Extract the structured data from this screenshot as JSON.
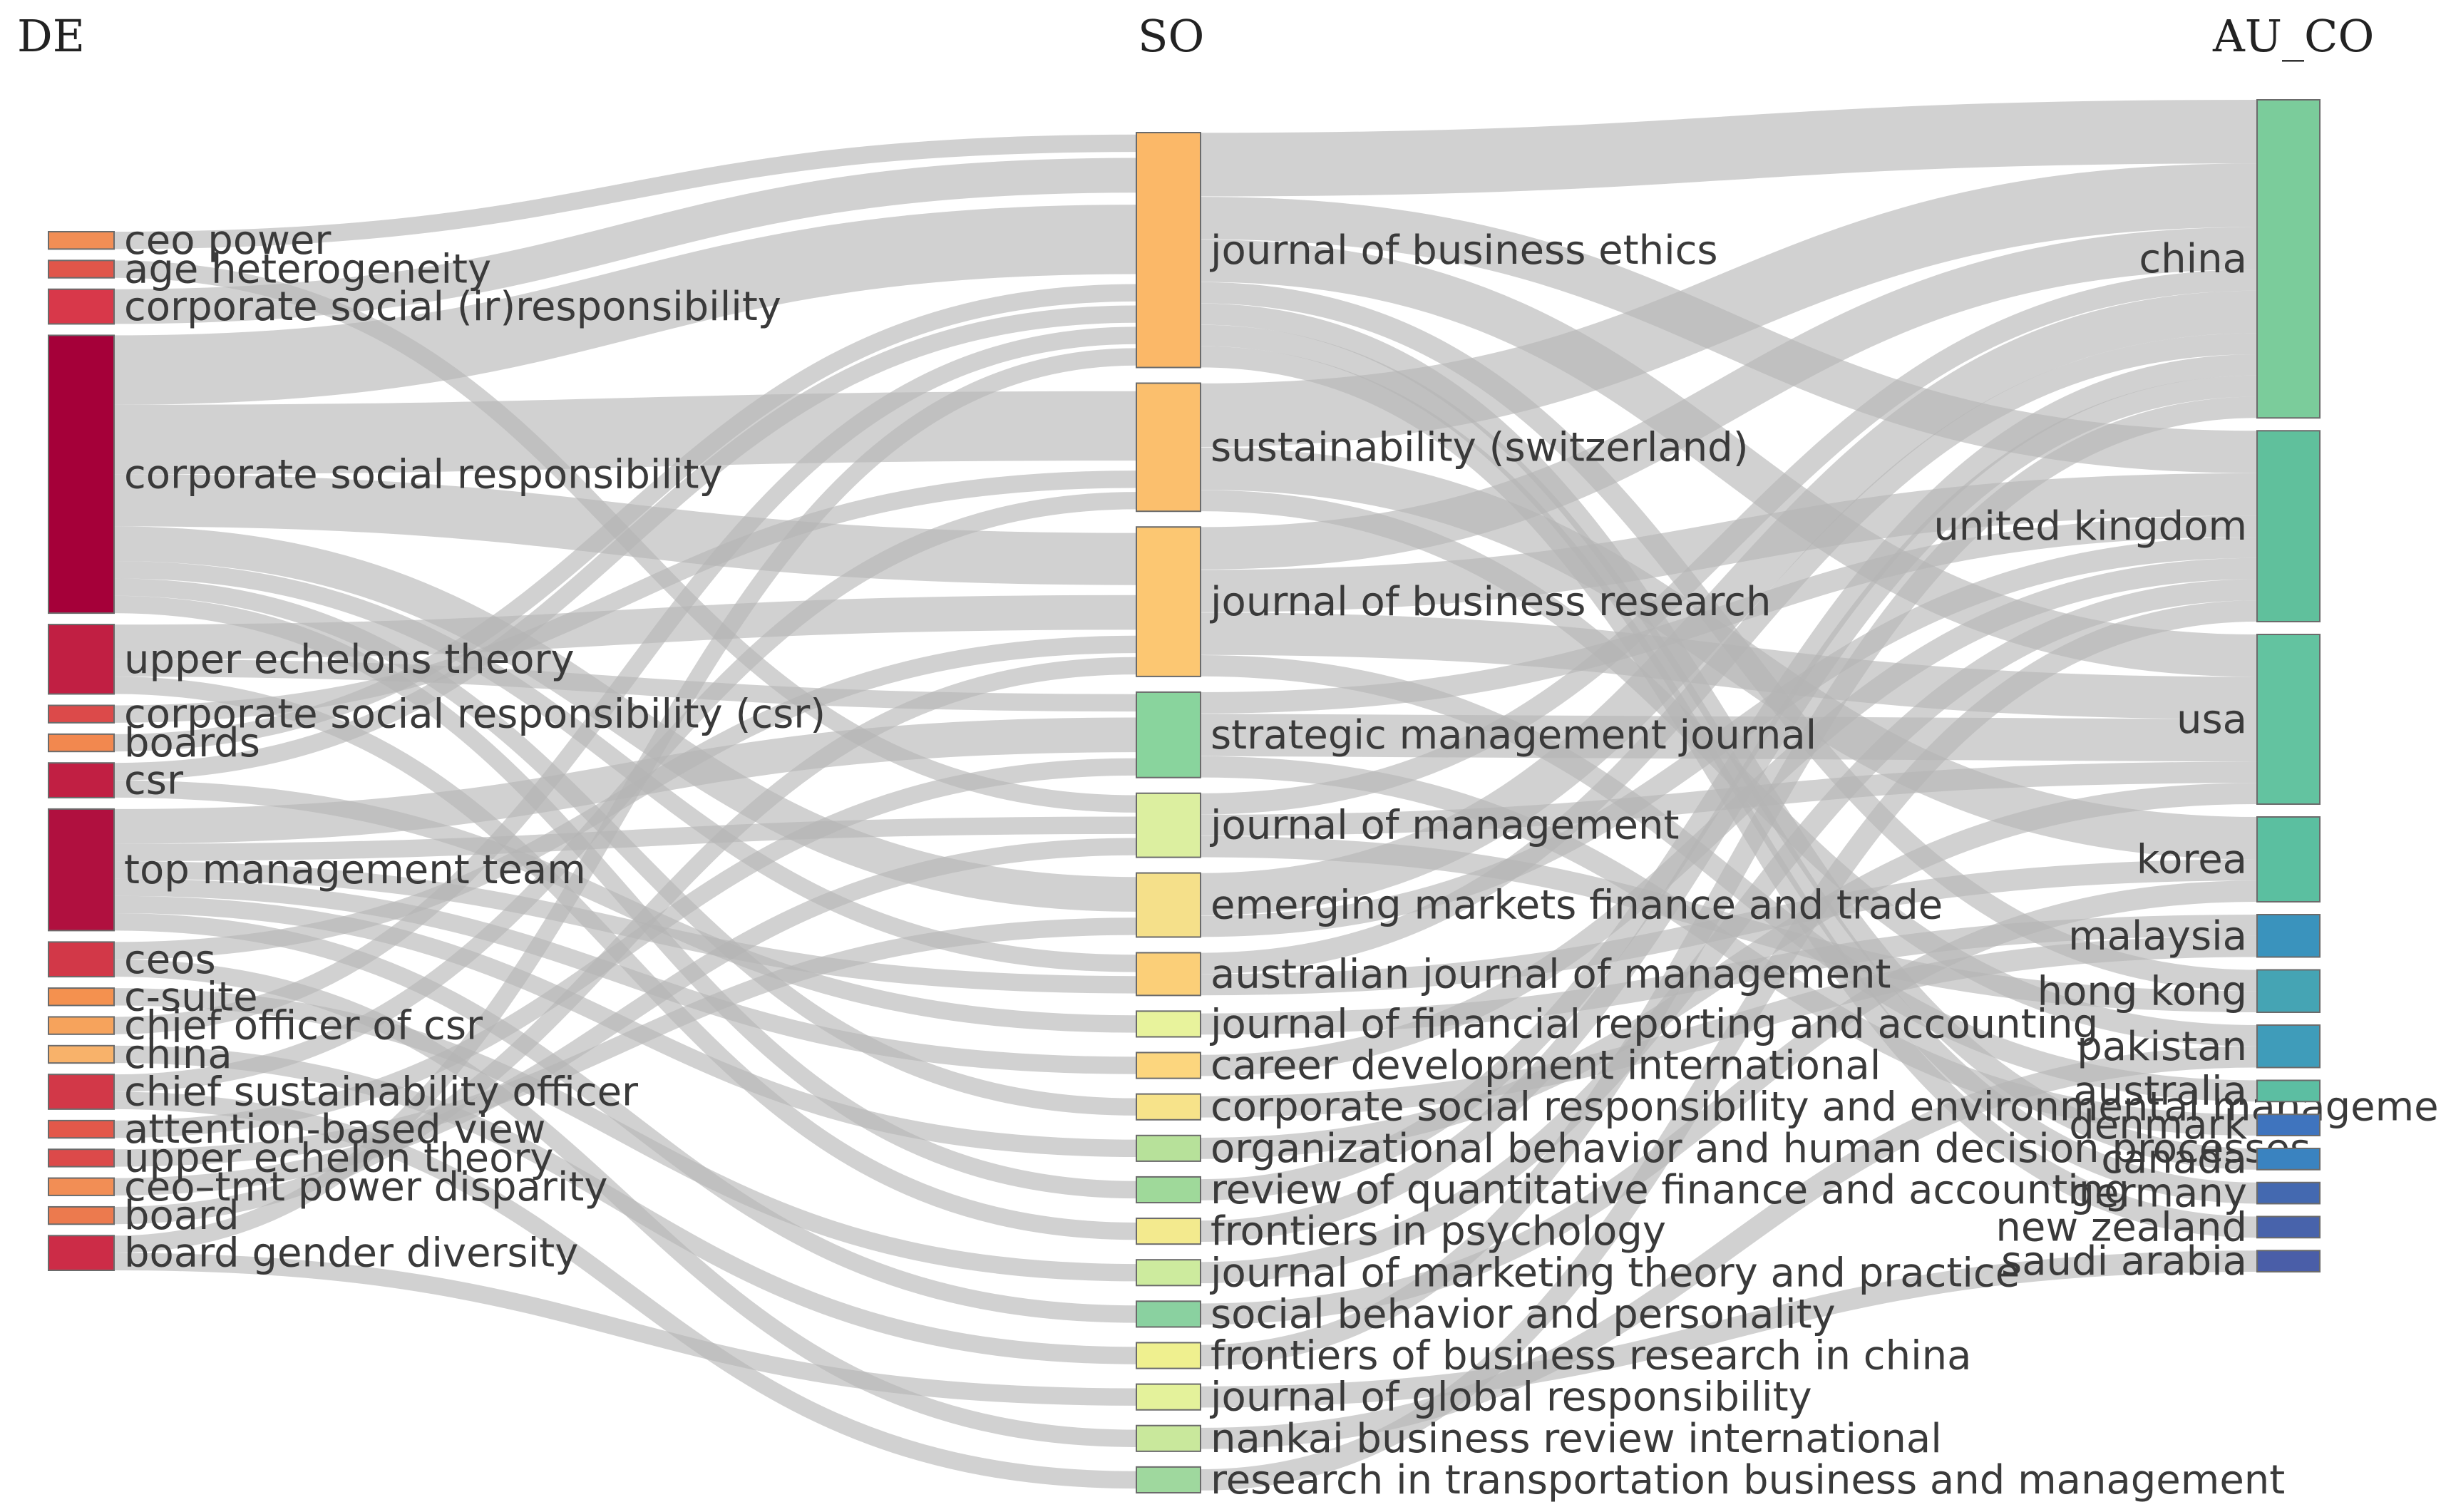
{
  "columns": {
    "left": "DE",
    "middle": "SO",
    "right": "AU_CO"
  },
  "de_nodes": [
    {
      "label": "ceo power",
      "color": "#f28e55"
    },
    {
      "label": "age heterogeneity",
      "color": "#e0564a"
    },
    {
      "label": "corporate social (ir)responsibility",
      "color": "#d8384a"
    },
    {
      "label": "corporate social responsibility",
      "color": "#a50039"
    },
    {
      "label": "upper echelons theory",
      "color": "#c11f43"
    },
    {
      "label": "corporate social responsibility (csr)",
      "color": "#dc4a4a"
    },
    {
      "label": "boards",
      "color": "#f2884f"
    },
    {
      "label": "csr",
      "color": "#c11f43"
    },
    {
      "label": "top management team",
      "color": "#b0103f"
    },
    {
      "label": "ceos",
      "color": "#d23848"
    },
    {
      "label": "c-suite",
      "color": "#f4914f"
    },
    {
      "label": "chief officer of csr",
      "color": "#f6a35c"
    },
    {
      "label": "china",
      "color": "#f8b26a"
    },
    {
      "label": "chief sustainability officer",
      "color": "#d23848"
    },
    {
      "label": "attention-based view",
      "color": "#e3584a"
    },
    {
      "label": "upper echelon theory",
      "color": "#dc4a4a"
    },
    {
      "label": "ceo–tmt power disparity",
      "color": "#f28e55"
    },
    {
      "label": "board",
      "color": "#ec7a4e"
    },
    {
      "label": "board gender diversity",
      "color": "#cc2c47"
    }
  ],
  "so_nodes": [
    {
      "label": "journal of business ethics",
      "color": "#fbb868"
    },
    {
      "label": "sustainability (switzerland)",
      "color": "#fbbf6d"
    },
    {
      "label": "journal of business research",
      "color": "#fcc772"
    },
    {
      "label": "strategic management journal",
      "color": "#89d49d"
    },
    {
      "label": "journal of management",
      "color": "#dcefa0"
    },
    {
      "label": "emerging markets finance and trade",
      "color": "#f5e08a"
    },
    {
      "label": "australian journal of management",
      "color": "#fbcf78"
    },
    {
      "label": "journal of financial reporting and accounting",
      "color": "#e8f39c"
    },
    {
      "label": "career development international",
      "color": "#fcd67e"
    },
    {
      "label": "corporate social responsibility and environmental management",
      "color": "#f7e38a"
    },
    {
      "label": "organizational behavior and human decision processes",
      "color": "#b7e19a"
    },
    {
      "label": "review of quantitative finance and accounting",
      "color": "#9fd99a"
    },
    {
      "label": "frontiers in psychology",
      "color": "#f3ea8e"
    },
    {
      "label": "journal of marketing theory and practice",
      "color": "#cdeb9e"
    },
    {
      "label": "social behavior and personality",
      "color": "#8ad1a0"
    },
    {
      "label": "frontiers of business research in china",
      "color": "#eff08f"
    },
    {
      "label": "journal of global responsibility",
      "color": "#e4f29b"
    },
    {
      "label": "nankai business review international",
      "color": "#c9e89c"
    },
    {
      "label": "research in transportation business and management",
      "color": "#9fd89e"
    }
  ],
  "au_nodes": [
    {
      "label": "china",
      "color": "#7bcc9b"
    },
    {
      "label": "united kingdom",
      "color": "#60c09c"
    },
    {
      "label": "usa",
      "color": "#63c3a0"
    },
    {
      "label": "korea",
      "color": "#5bbfa0"
    },
    {
      "label": "malaysia",
      "color": "#3a93bd"
    },
    {
      "label": "hong kong",
      "color": "#45a4b4"
    },
    {
      "label": "pakistan",
      "color": "#3f9cba"
    },
    {
      "label": "australia",
      "color": "#5cbea2"
    },
    {
      "label": "denmark",
      "color": "#3f74be"
    },
    {
      "label": "canada",
      "color": "#3a83c0"
    },
    {
      "label": "germany",
      "color": "#4469b0"
    },
    {
      "label": "new zealand",
      "color": "#4863ab"
    },
    {
      "label": "saudi arabia",
      "color": "#4a5ea8"
    }
  ],
  "flows_de_so": [
    {
      "from": "ceo power",
      "to": "journal of business ethics",
      "value": 1
    },
    {
      "from": "age heterogeneity",
      "to": "journal of management",
      "value": 1
    },
    {
      "from": "corporate social (ir)responsibility",
      "to": "journal of business ethics",
      "value": 2
    },
    {
      "from": "corporate social responsibility",
      "to": "journal of business ethics",
      "value": 4
    },
    {
      "from": "corporate social responsibility",
      "to": "sustainability (switzerland)",
      "value": 4
    },
    {
      "from": "corporate social responsibility",
      "to": "journal of business research",
      "value": 3
    },
    {
      "from": "corporate social responsibility",
      "to": "emerging markets finance and trade",
      "value": 2
    },
    {
      "from": "corporate social responsibility",
      "to": "australian journal of management",
      "value": 1
    },
    {
      "from": "corporate social responsibility",
      "to": "corporate social responsibility and environmental management",
      "value": 1
    },
    {
      "from": "corporate social responsibility",
      "to": "review of quantitative finance and accounting",
      "value": 1
    },
    {
      "from": "upper echelons theory",
      "to": "journal of business research",
      "value": 2
    },
    {
      "from": "upper echelons theory",
      "to": "strategic management journal",
      "value": 1
    },
    {
      "from": "upper echelons theory",
      "to": "frontiers in psychology",
      "value": 1
    },
    {
      "from": "corporate social responsibility (csr)",
      "to": "sustainability (switzerland)",
      "value": 1
    },
    {
      "from": "boards",
      "to": "journal of business ethics",
      "value": 1
    },
    {
      "from": "csr",
      "to": "journal of business ethics",
      "value": 1
    },
    {
      "from": "csr",
      "to": "journal of financial reporting and accounting",
      "value": 1
    },
    {
      "from": "top management team",
      "to": "strategic management journal",
      "value": 2
    },
    {
      "from": "top management team",
      "to": "journal of management",
      "value": 1
    },
    {
      "from": "top management team",
      "to": "australian journal of management",
      "value": 1
    },
    {
      "from": "top management team",
      "to": "career development international",
      "value": 1
    },
    {
      "from": "top management team",
      "to": "organizational behavior and human decision processes",
      "value": 1
    },
    {
      "from": "top management team",
      "to": "social behavior and personality",
      "value": 1
    },
    {
      "from": "ceos",
      "to": "journal of business research",
      "value": 1
    },
    {
      "from": "ceos",
      "to": "nankai business review international",
      "value": 1
    },
    {
      "from": "c-suite",
      "to": "journal of marketing theory and practice",
      "value": 1
    },
    {
      "from": "chief officer of csr",
      "to": "journal of business ethics",
      "value": 1
    },
    {
      "from": "china",
      "to": "frontiers of business research in china",
      "value": 1
    },
    {
      "from": "chief sustainability officer",
      "to": "sustainability (switzerland)",
      "value": 1
    },
    {
      "from": "chief sustainability officer",
      "to": "research in transportation business and management",
      "value": 1
    },
    {
      "from": "attention-based view",
      "to": "strategic management journal",
      "value": 1
    },
    {
      "from": "upper echelon theory",
      "to": "emerging markets finance and trade",
      "value": 1
    },
    {
      "from": "ceo–tmt power disparity",
      "to": "journal of management",
      "value": 1
    },
    {
      "from": "board",
      "to": "journal of business research",
      "value": 1
    },
    {
      "from": "board gender diversity",
      "to": "journal of business ethics",
      "value": 1
    },
    {
      "from": "board gender diversity",
      "to": "journal of global responsibility",
      "value": 1
    }
  ],
  "flows_so_au": [
    {
      "from": "journal of business ethics",
      "to": "china",
      "value": 3
    },
    {
      "from": "journal of business ethics",
      "to": "united kingdom",
      "value": 2
    },
    {
      "from": "journal of business ethics",
      "to": "usa",
      "value": 2
    },
    {
      "from": "journal of business ethics",
      "to": "hong kong",
      "value": 1
    },
    {
      "from": "journal of business ethics",
      "to": "canada",
      "value": 1
    },
    {
      "from": "journal of business ethics",
      "to": "germany",
      "value": 1
    },
    {
      "from": "journal of business ethics",
      "to": "new zealand",
      "value": 1
    },
    {
      "from": "sustainability (switzerland)",
      "to": "china",
      "value": 3
    },
    {
      "from": "sustainability (switzerland)",
      "to": "korea",
      "value": 2
    },
    {
      "from": "sustainability (switzerland)",
      "to": "pakistan",
      "value": 1
    },
    {
      "from": "journal of business research",
      "to": "united kingdom",
      "value": 2
    },
    {
      "from": "journal of business research",
      "to": "china",
      "value": 2
    },
    {
      "from": "journal of business research",
      "to": "usa",
      "value": 2
    },
    {
      "from": "journal of business research",
      "to": "australia",
      "value": 1
    },
    {
      "from": "strategic management journal",
      "to": "usa",
      "value": 2
    },
    {
      "from": "strategic management journal",
      "to": "united kingdom",
      "value": 1
    },
    {
      "from": "strategic management journal",
      "to": "denmark",
      "value": 1
    },
    {
      "from": "journal of management",
      "to": "usa",
      "value": 1
    },
    {
      "from": "journal of management",
      "to": "china",
      "value": 1
    },
    {
      "from": "journal of management",
      "to": "hong kong",
      "value": 1
    },
    {
      "from": "emerging markets finance and trade",
      "to": "china",
      "value": 2
    },
    {
      "from": "emerging markets finance and trade",
      "to": "united kingdom",
      "value": 1
    },
    {
      "from": "australian journal of management",
      "to": "china",
      "value": 1
    },
    {
      "from": "australian journal of management",
      "to": "korea",
      "value": 1
    },
    {
      "from": "journal of financial reporting and accounting",
      "to": "malaysia",
      "value": 1
    },
    {
      "from": "career development international",
      "to": "united kingdom",
      "value": 1
    },
    {
      "from": "corporate social responsibility and environmental management",
      "to": "malaysia",
      "value": 1
    },
    {
      "from": "organizational behavior and human decision processes",
      "to": "usa",
      "value": 1
    },
    {
      "from": "review of quantitative finance and accounting",
      "to": "china",
      "value": 1
    },
    {
      "from": "frontiers in psychology",
      "to": "china",
      "value": 1
    },
    {
      "from": "journal of marketing theory and practice",
      "to": "united kingdom",
      "value": 1
    },
    {
      "from": "social behavior and personality",
      "to": "korea",
      "value": 1
    },
    {
      "from": "frontiers of business research in china",
      "to": "china",
      "value": 1
    },
    {
      "from": "journal of global responsibility",
      "to": "saudi arabia",
      "value": 1
    },
    {
      "from": "nankai business review international",
      "to": "pakistan",
      "value": 1
    },
    {
      "from": "research in transportation business and management",
      "to": "united kingdom",
      "value": 1
    }
  ]
}
